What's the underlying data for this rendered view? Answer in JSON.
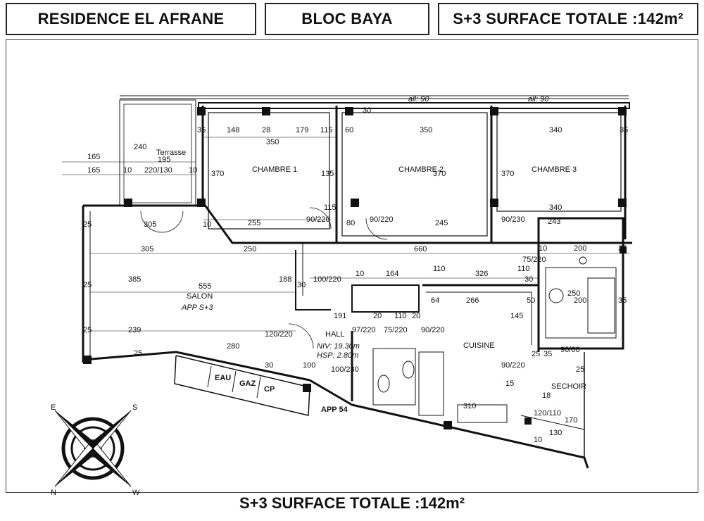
{
  "header": {
    "residence": "RESIDENCE EL AFRANE",
    "bloc": "BLOC BAYA",
    "surface": "S+3  SURFACE TOTALE :142m²"
  },
  "footer": {
    "surface": "S+3  SURFACE TOTALE :142m²"
  },
  "rooms": {
    "chambre1": "CHAMBRE 1",
    "chambre2": "CHAMBRE 2",
    "chambre3": "CHAMBRE 3",
    "salon": "SALON",
    "salon_sub": "APP S+3",
    "terrasse": "Terrasse",
    "hall": "HALL",
    "hall_niv": "NIV: 19.30m",
    "hall_hsp": "HSP: 2.80m",
    "cuisine": "CUISINE",
    "sechoir": "SECHOIR",
    "app54": "APP 54"
  },
  "meters": {
    "eau": "EAU",
    "gaz": "GAZ",
    "cp": "CP"
  },
  "allege": {
    "a1": "all: 90",
    "a2": "all: 90"
  },
  "compass": {
    "s": "S",
    "e": "E",
    "n": "N",
    "w": "W"
  },
  "dims": {
    "d165a": "165",
    "d165b": "165",
    "d240": "240",
    "d195": "195",
    "d10a": "10",
    "d220_130": "220/130",
    "d10b": "10",
    "d35a": "35",
    "d148": "148",
    "d28": "28",
    "d179": "179",
    "d115a": "115",
    "d60": "60",
    "d350a": "350",
    "d350b": "350",
    "d340a": "340",
    "d35b": "35",
    "d30a": "30",
    "d370a": "370",
    "d135": "135",
    "d370b": "370",
    "d370c": "370",
    "d340b": "340",
    "d255": "255",
    "d90_220a": "90/220",
    "d80": "80",
    "d90_220b": "90/220",
    "d245": "245",
    "d90_230": "90/230",
    "d243": "243",
    "d305a": "305",
    "d10c": "10",
    "d305b": "305",
    "d250": "250",
    "d660": "660",
    "d110a": "110",
    "d110b": "110",
    "d10d": "10",
    "d75_220": "75/220",
    "d200a": "200",
    "d35c": "35",
    "d555": "555",
    "d385": "385",
    "d188": "188",
    "d30b": "30",
    "d100_220": "100/220",
    "d10e": "10",
    "d164": "164",
    "d326": "326",
    "d30c": "30",
    "d250b": "250",
    "d200b": "200",
    "d35d": "35",
    "d266": "266",
    "d64": "64",
    "d50": "50",
    "d145": "145",
    "d191": "191",
    "d20a": "20",
    "d110c": "110",
    "d20b": "20",
    "d239": "239",
    "d280": "280",
    "d120_220": "120/220",
    "d97_220": "97/220",
    "d75_220b": "75/220",
    "d90_220c": "90/220",
    "d30d": "30",
    "d100": "100",
    "d100_230": "100/230",
    "d25a": "25",
    "d25b": "25",
    "d25c": "25",
    "d25d": "25",
    "d90_220d": "90/220",
    "d15": "15",
    "d310": "310",
    "d25e": "25",
    "d35e": "35",
    "d90_60": "90/60",
    "d25f": "25",
    "d18": "18",
    "d120_110": "120/110",
    "d130": "130",
    "d170": "170",
    "d10f": "10",
    "d115b": "115"
  }
}
